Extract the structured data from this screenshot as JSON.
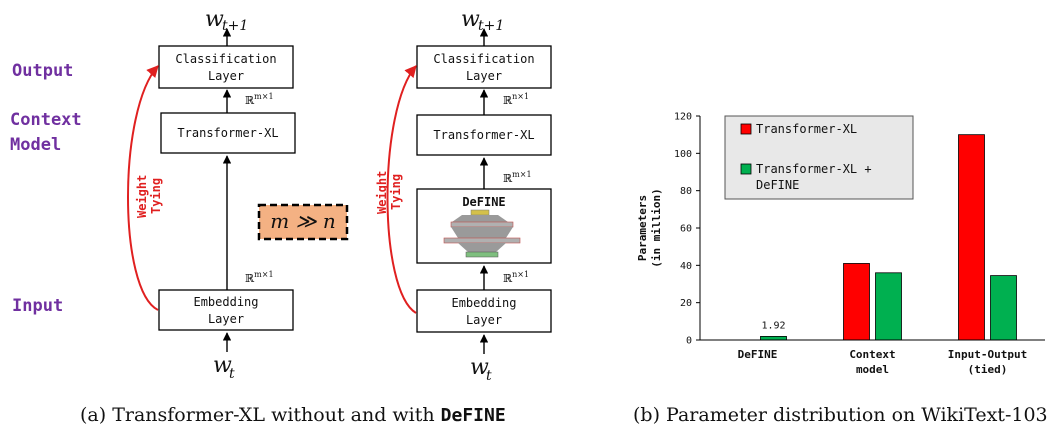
{
  "stages": {
    "output": "Output",
    "context_line1": "Context",
    "context_line2": "Model",
    "input": "Input"
  },
  "left_diagram": {
    "classification_line1": "Classification",
    "classification_line2": "Layer",
    "transformer": "Transformer-XL",
    "embedding_line1": "Embedding",
    "embedding_line2": "Layer",
    "weight_tying_line1": "Weight",
    "weight_tying_line2": "Tying",
    "dim_top": "m×1",
    "dim_bottom": "m×1",
    "output_var": "w",
    "output_sub": "t+1",
    "input_var": "w",
    "input_sub": "t"
  },
  "comparison_label": "m ≫ n",
  "right_diagram": {
    "classification_line1": "Classification",
    "classification_line2": "Layer",
    "transformer": "Transformer-XL",
    "define_title": "DeFINE",
    "embedding_line1": "Embedding",
    "embedding_line2": "Layer",
    "weight_tying_line1": "Weight",
    "weight_tying_line2": "Tying",
    "dim_top": "n×1",
    "dim_middle": "m×1",
    "dim_bottom": "n×1",
    "output_var": "w",
    "output_sub": "t+1",
    "input_var": "w",
    "input_sub": "t"
  },
  "captions": {
    "a_prefix": "(a) Transformer-XL without and with ",
    "a_mono": "DeFINE",
    "b": "(b) Parameter distribution on WikiText-103"
  },
  "colors": {
    "stage_purple": "#7030a0",
    "tying_red": "#e02020",
    "m_box_fill": "#f4b183",
    "bar_red": "#ff0000",
    "bar_green": "#00b050",
    "legend_bg": "#e8e8e8"
  },
  "chart_data": {
    "type": "bar",
    "categories": [
      "DeFINE",
      "Context model",
      "Input-Output (tied)"
    ],
    "category_lines": [
      [
        "DeFINE"
      ],
      [
        "Context",
        "model"
      ],
      [
        "Input-Output",
        "(tied)"
      ]
    ],
    "series": [
      {
        "name": "Transformer-XL",
        "color": "#ff0000",
        "values": [
          0,
          41,
          110
        ]
      },
      {
        "name": "Transformer-XL + DeFINE",
        "legend_lines": [
          "Transformer-XL +",
          "DeFINE"
        ],
        "color": "#00b050",
        "values": [
          1.92,
          36,
          34.5
        ]
      }
    ],
    "data_labels": [
      {
        "series": 1,
        "category": 0,
        "text": "1.92"
      }
    ],
    "ylabel_line1": "Parameters",
    "ylabel_line2": "(in million)",
    "ylim": [
      0,
      120
    ],
    "yticks": [
      "0",
      "20",
      "40",
      "60",
      "80",
      "100",
      "120"
    ],
    "grid": false,
    "legend_position": "top-left"
  }
}
